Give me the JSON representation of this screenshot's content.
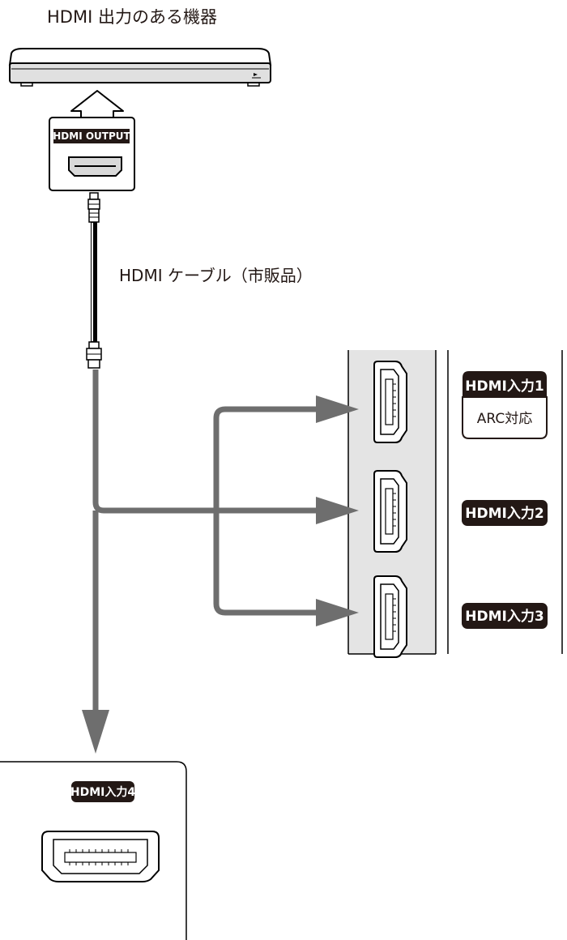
{
  "title": "HDMI 出力のある機器",
  "output_label": "HDMI OUTPUT",
  "cable_label": "HDMI ケーブル（市販品）",
  "inputs": [
    {
      "label": "HDMI入力1",
      "sub": "ARC対応"
    },
    {
      "label": "HDMI入力2"
    },
    {
      "label": "HDMI入力3"
    },
    {
      "label": "HDMI入力4"
    }
  ],
  "colors": {
    "line": "#000000",
    "arrow_gray": "#6e6e6e",
    "device_gray": "#e0e0e0",
    "panel_gray": "#e4e4e4",
    "badge_bg": "#231815",
    "badge_text": "#ffffff"
  }
}
